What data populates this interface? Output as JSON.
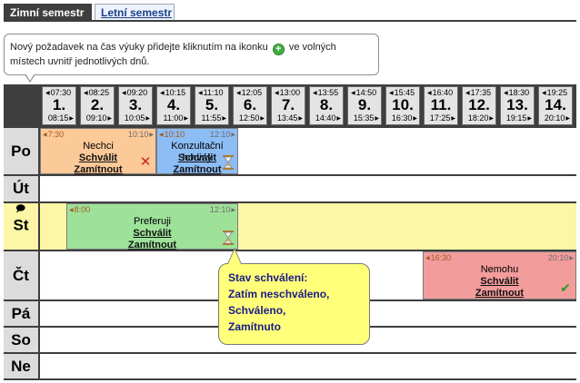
{
  "tabs": [
    {
      "label": "Zimní semestr",
      "active": true
    },
    {
      "label": "Letní semestr",
      "active": false
    }
  ],
  "hint": {
    "text_before": "Nový požadavek na čas výuky přidejte kliknutím na ikonku",
    "icon": "add-icon",
    "text_after": "ve volných místech uvnitř jednotlivých dnů."
  },
  "periods": [
    {
      "num": "1.",
      "start": "07:30",
      "end": "08:15"
    },
    {
      "num": "2.",
      "start": "08:25",
      "end": "09:10"
    },
    {
      "num": "3.",
      "start": "09:20",
      "end": "10:05"
    },
    {
      "num": "4.",
      "start": "10:15",
      "end": "11:00"
    },
    {
      "num": "5.",
      "start": "11:10",
      "end": "11:55"
    },
    {
      "num": "6.",
      "start": "12:05",
      "end": "12:50"
    },
    {
      "num": "7.",
      "start": "13:00",
      "end": "13:45"
    },
    {
      "num": "8.",
      "start": "13:55",
      "end": "14:40"
    },
    {
      "num": "9.",
      "start": "14:50",
      "end": "15:35"
    },
    {
      "num": "10.",
      "start": "15:45",
      "end": "16:30"
    },
    {
      "num": "11.",
      "start": "16:40",
      "end": "17:25"
    },
    {
      "num": "12.",
      "start": "17:35",
      "end": "18:20"
    },
    {
      "num": "13.",
      "start": "18:30",
      "end": "19:15"
    },
    {
      "num": "14.",
      "start": "19:25",
      "end": "20:10"
    }
  ],
  "days": [
    {
      "label": "Po"
    },
    {
      "label": "Út"
    },
    {
      "label": "St",
      "today": true
    },
    {
      "label": "Čt"
    },
    {
      "label": "Pá"
    },
    {
      "label": "So"
    },
    {
      "label": "Ne"
    }
  ],
  "events": [
    {
      "day": "Po",
      "title": "Nechci",
      "start": "7:30",
      "end": "10:10",
      "approve": "Schválit",
      "reject": "Zamítnout",
      "status_icon": "rejected-x-icon",
      "color": "#fcc998"
    },
    {
      "day": "Po",
      "title": "Konzultační hodiny",
      "start": "10:10",
      "end": "12:10",
      "approve": "Schválit",
      "reject": "Zamítnout",
      "status_icon": "pending-hourglass-icon",
      "color": "#8cbdf5"
    },
    {
      "day": "St",
      "title": "Preferuji",
      "start": "8:00",
      "end": "12:10",
      "approve": "Schválit",
      "reject": "Zamítnout",
      "status_icon": "pending-hourglass-icon",
      "color": "#9ee29a"
    },
    {
      "day": "Čt",
      "title": "Nemohu",
      "start": "16:30",
      "end": "20:10",
      "approve": "Schválit",
      "reject": "Zamítnout",
      "status_icon": "approved-check-icon",
      "color": "#f39c9c"
    }
  ],
  "callout": {
    "lines": [
      "Stav schválení:",
      "Zatím neschváleno,",
      "Schváleno,",
      "Zamítnuto"
    ]
  },
  "colors": {
    "header_dark": "#3e3e3e",
    "today_row": "#fcf6a6",
    "callout_bg": "#ffff7a"
  }
}
